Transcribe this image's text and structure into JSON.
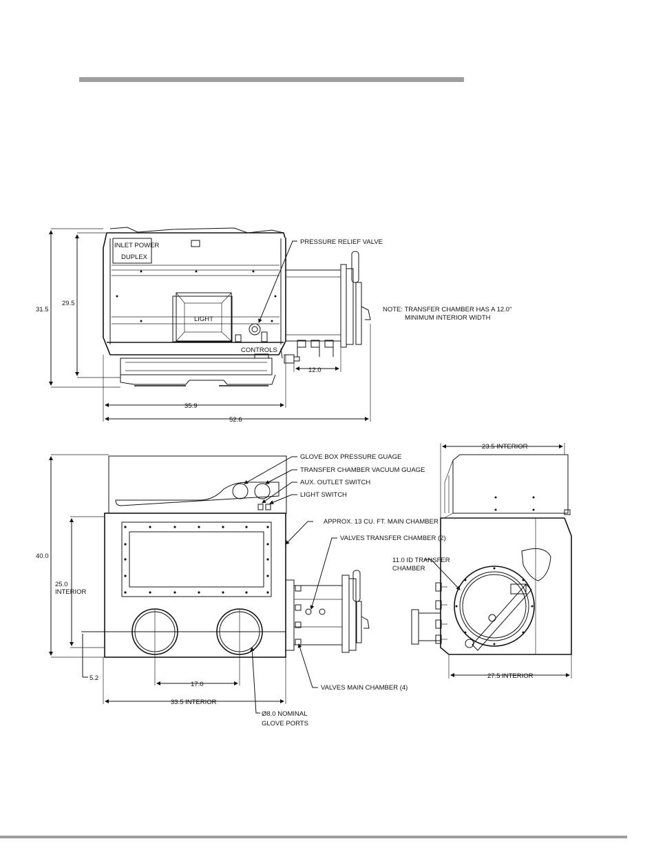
{
  "front_view": {
    "labels": {
      "inlet_power": "INLET POWER",
      "duplex": "DUPLEX",
      "pressure_relief_valve": "PRESSURE RELIEF VALVE",
      "light": "LIGHT",
      "controls": "CONTROLS"
    },
    "dimensions": {
      "overall_height": "31.5",
      "body_height": "29.5",
      "transfer_offset": "12.0",
      "body_width": "35.9",
      "overall_width": "52.6"
    },
    "note_line1": "NOTE: TRANSFER CHAMBER HAS A 12.0\"",
    "note_line2": "MINIMUM INTERIOR WIDTH"
  },
  "side_view": {
    "labels": {
      "glove_box_pressure_gauge": "GLOVE BOX PRESSURE GUAGE",
      "transfer_chamber_vacuum_gauge": "TRANSFER CHAMBER VACUUM GUAGE",
      "aux_outlet_switch": "AUX. OUTLET SWITCH",
      "light_switch": "LIGHT SWITCH",
      "main_chamber": "APPROX. 13 CU. FT. MAIN CHAMBER",
      "valves_transfer_chamber": "VALVES TRANSFER CHAMBER (2)",
      "valves_main_chamber": "VALVES MAIN CHAMBER (4)",
      "glove_ports_line1": "Ø8.0 NOMINAL",
      "glove_ports_line2": "GLOVE PORTS"
    },
    "dimensions": {
      "overall_height": "40.0",
      "interior_height_value": "25.0",
      "interior_height_label": "INTERIOR",
      "port_height": "5.2",
      "port_spacing": "17.0",
      "interior_width": "33.5 INTERIOR"
    }
  },
  "end_view": {
    "labels": {
      "transfer_chamber_line1": "11.0 ID TRANSFER",
      "transfer_chamber_line2": "CHAMBER"
    },
    "dimensions": {
      "top_interior": "23.5 INTERIOR",
      "bottom_interior": "27.5 INTERIOR"
    }
  }
}
